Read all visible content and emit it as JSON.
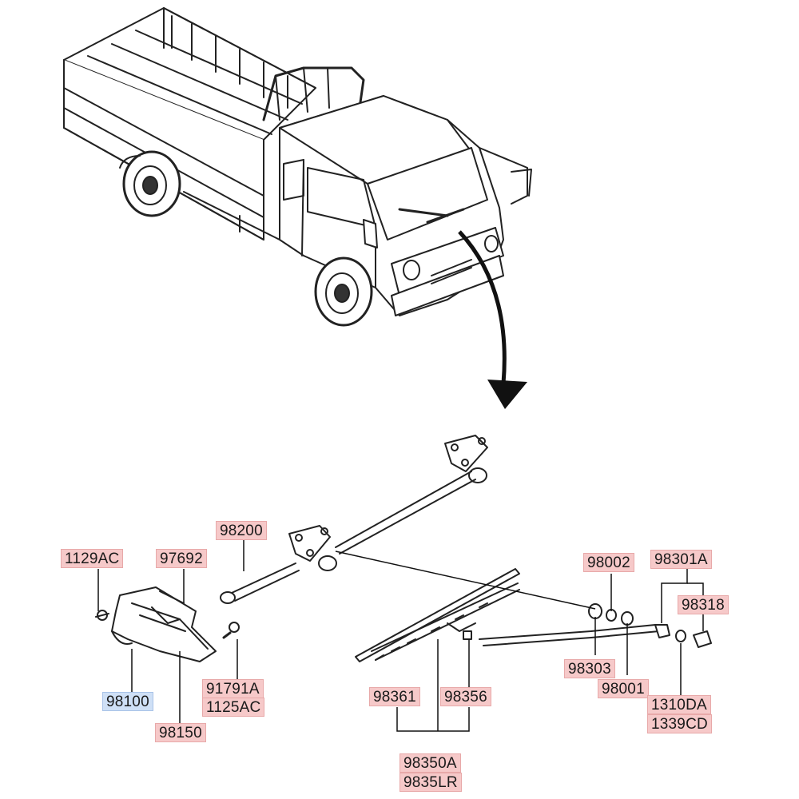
{
  "parts": {
    "p98200": "98200",
    "p1129AC": "1129AC",
    "p97692": "97692",
    "p98002": "98002",
    "p98301A": "98301A",
    "p98318": "98318",
    "p98303": "98303",
    "p98001": "98001",
    "p91791A": "91791A",
    "p1125AC": "1125AC",
    "p98100": "98100",
    "p98361": "98361",
    "p98356": "98356",
    "p1310DA": "1310DA",
    "p1339CD": "1339CD",
    "p98150": "98150",
    "p98350A": "98350A",
    "p9835LR": "9835LR"
  },
  "colors": {
    "label_bg": "#f6c9c9",
    "selected_label_bg": "#cfe0f6",
    "line": "#1a1a1a"
  }
}
